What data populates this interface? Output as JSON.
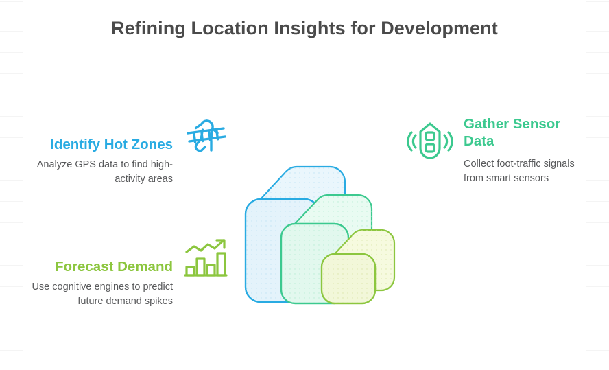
{
  "page": {
    "title": "Refining Location Insights for Development",
    "background_color": "#ffffff",
    "title_color": "#4a4a4a"
  },
  "blocks": [
    {
      "id": "hot-zones",
      "heading": "Identify Hot Zones",
      "body": "Analyze GPS data to find high-activity areas",
      "color": "#29ABE2",
      "icon": "pedestrian-crossing-icon",
      "align": "right"
    },
    {
      "id": "forecast",
      "heading": "Forecast Demand",
      "body": "Use cognitive engines to predict future demand spikes",
      "color": "#8CC63F",
      "icon": "growth-bar-chart-icon",
      "align": "right"
    },
    {
      "id": "sensor",
      "heading": "Gather Sensor Data",
      "body": "Collect foot-traffic signals from smart sensors",
      "color": "#3CC98F",
      "icon": "wireless-sensor-icon",
      "align": "left"
    }
  ],
  "central_graphic": {
    "name": "nested-isometric-cubes",
    "shapes": [
      {
        "label": "outer",
        "stroke": "#29ABE2",
        "fill": "#e4f3fb"
      },
      {
        "label": "middle",
        "stroke": "#3CC98F",
        "fill": "#e2f8ee"
      },
      {
        "label": "inner",
        "stroke": "#8CC63F",
        "fill": "#f2f7d9"
      }
    ]
  }
}
